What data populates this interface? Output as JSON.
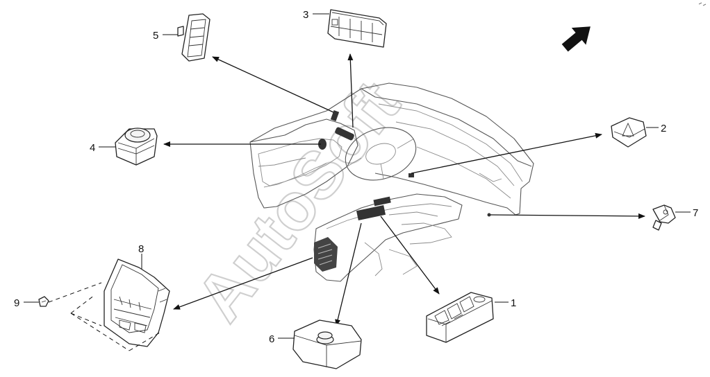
{
  "watermark": {
    "text": "AutoSoft"
  },
  "callouts": [
    {
      "id": "1",
      "label": "1"
    },
    {
      "id": "2",
      "label": "2"
    },
    {
      "id": "3",
      "label": "3"
    },
    {
      "id": "4",
      "label": "4"
    },
    {
      "id": "5",
      "label": "5"
    },
    {
      "id": "6",
      "label": "6"
    },
    {
      "id": "7",
      "label": "7"
    },
    {
      "id": "8",
      "label": "8"
    },
    {
      "id": "9",
      "label": "9"
    }
  ],
  "icons": {
    "direction": "forward-arrow-icon"
  }
}
